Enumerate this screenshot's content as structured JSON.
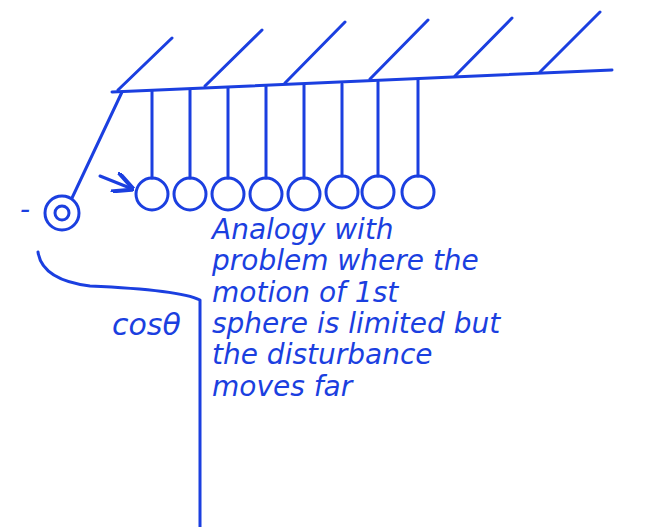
{
  "diagram": {
    "labels": [
      "Analogy with problem where the motion of 1st sphere is limited but the disturbance moves far",
      "cosθ",
      "-"
    ]
  }
}
